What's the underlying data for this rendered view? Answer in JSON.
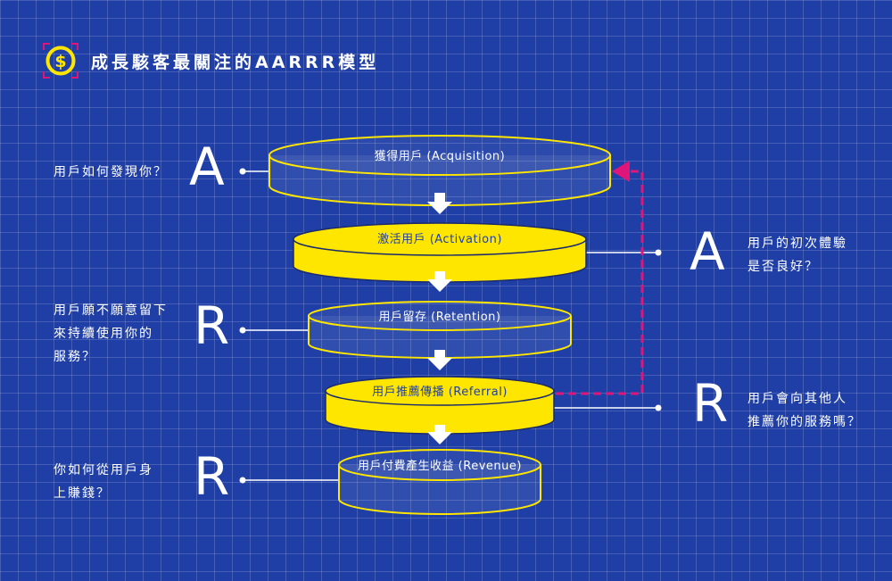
{
  "title": "成長駭客最關注的AARRR模型",
  "icons": {
    "title_icon": "dollar-icon",
    "flow_arrow": "arrow-down-icon",
    "feedback_arrow": "arrow-left-icon"
  },
  "colors": {
    "background": "#1f3fa6",
    "accent_yellow": "#ffe600",
    "feedback_pink": "#e0157a"
  },
  "stages": [
    {
      "label": "獲得用戶 (Acquisition)",
      "filled": false
    },
    {
      "label": "激活用戶 (Activation)",
      "filled": true
    },
    {
      "label": "用戶留存 (Retention)",
      "filled": false
    },
    {
      "label": "用戶推薦傳播 (Referral)",
      "filled": true
    },
    {
      "label": "用戶付費產生收益 (Revenue)",
      "filled": false
    }
  ],
  "letters": [
    "A",
    "A",
    "R",
    "R",
    "R"
  ],
  "questions": {
    "acquisition": "用戶如何發現你？",
    "activation": "用戶的初次體驗\n是否良好？",
    "retention": "用戶願不願意留下\n來持續使用你的\n服務？",
    "referral": "用戶會向其他人\n推薦你的服務嗎？",
    "revenue": "你如何從用戶身\n上賺錢？"
  }
}
